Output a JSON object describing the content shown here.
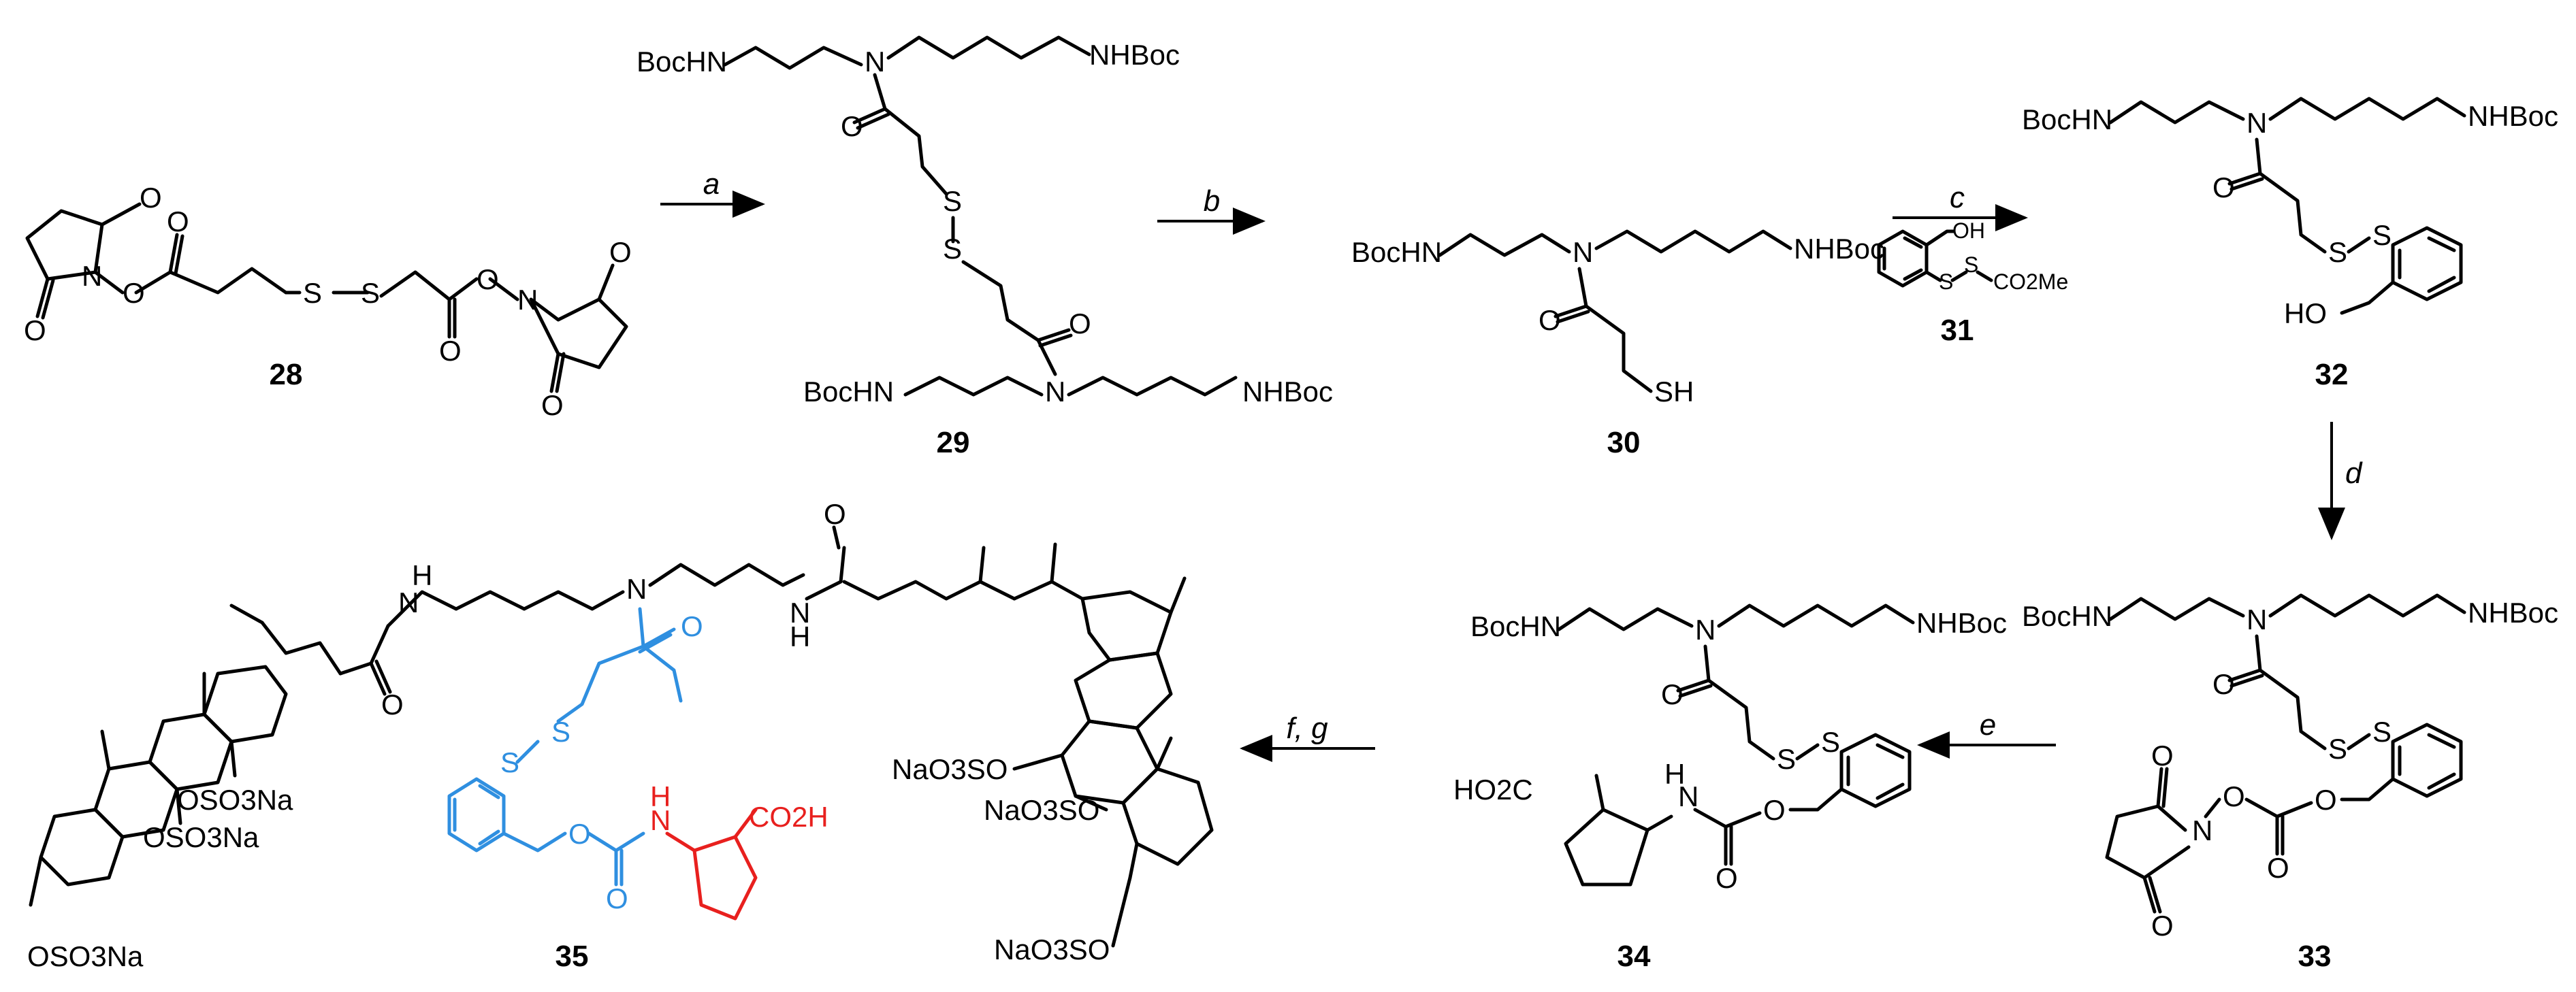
{
  "compounds": {
    "c28": "28",
    "c29": "29",
    "c30": "30",
    "c31": "31",
    "c32": "32",
    "c33": "33",
    "c34": "34",
    "c35": "35"
  },
  "conditions": {
    "a": "a",
    "b": "b",
    "c": "c",
    "d": "d",
    "e": "e",
    "fg": "f, g"
  },
  "atoms": {
    "O": "O",
    "N": "N",
    "S": "S",
    "H": "H",
    "NHBoc": "NHBoc",
    "BocHN": "BocHN",
    "SH": "SH",
    "HO": "HO",
    "OH": "OH",
    "CO2H": "CO2H",
    "HO2C": "HO2C",
    "CO2Me": "CO2Me",
    "OSO3Na": "OSO3Na",
    "NaO3SO": "NaO3SO",
    "NaO3SO_b": "NaO3SO"
  }
}
